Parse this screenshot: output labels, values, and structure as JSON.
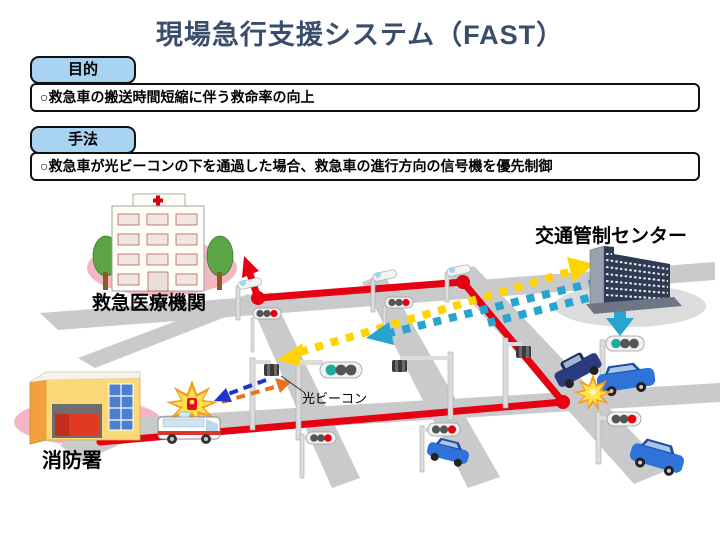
{
  "title": "現場急行支援システム（FAST）",
  "purpose": {
    "badge": "目的",
    "text": "○救急車の搬送時間短縮に伴う救命率の向上"
  },
  "method": {
    "badge": "手法",
    "text": "○救急車が光ビーコンの下を通過した場合、救急車の進行方向の信号機を優先制御"
  },
  "diagram": {
    "labels": {
      "hospital": "救急医療機関",
      "control_center": "交通管制センター",
      "fire_station": "消防署",
      "beacon": "光ビーコン"
    },
    "colors": {
      "title_blue": "#3A4E6B",
      "badge_fill": "#A8D4F2",
      "route_red": "#E60012",
      "beacon_to_center_yellow": "#FFD400",
      "center_to_signal_blue": "#29A3CF",
      "vehicle_to_beacon_orange": "#E8721C",
      "beacon_to_vehicle_blue": "#2233CC",
      "road_gray": "#C9CACB",
      "hospital_ellipse_pink": "#F3B6C3",
      "center_ellipse_gray": "#DCDCDC",
      "signal_red": "#E60012",
      "signal_green": "#1AAE9B"
    }
  }
}
